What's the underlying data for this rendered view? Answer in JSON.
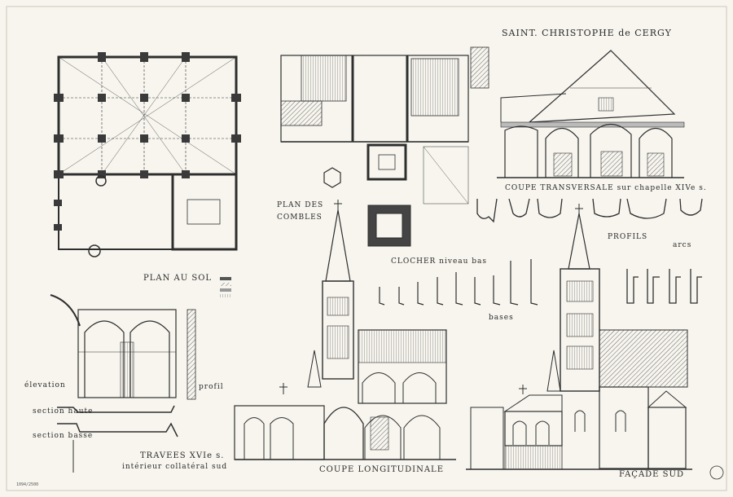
{
  "sheet_title": "SAINT. CHRISTOPHE de CERGY",
  "labels": {
    "plan_au_sol": "PLAN AU SOL",
    "plan_des": "PLAN  DES",
    "combles": "COMBLES",
    "clocher": "CLOCHER  niveau bas",
    "coupe_transversale": "COUPE TRANSVERSALE sur chapelle XIVe s.",
    "profils": "PROFILS",
    "arcs": "arcs",
    "bases": "bases",
    "elevation": "élevation",
    "profil": "profil",
    "section_haute": "section haute",
    "section_basse": "section basse",
    "travees": "TRAVEES XVIe s.",
    "interieur": "intérieur collatéral sud",
    "coupe_longitudinale": "COUPE  LONGITUDINALE",
    "facade_sud": "FAÇADE  SUD"
  },
  "archive_ref": "1094/2500",
  "colors": {
    "ink": "#2a2a2a",
    "paper": "#f7f5ee",
    "hatch": "#555555",
    "wall": "#3a3a3a"
  }
}
